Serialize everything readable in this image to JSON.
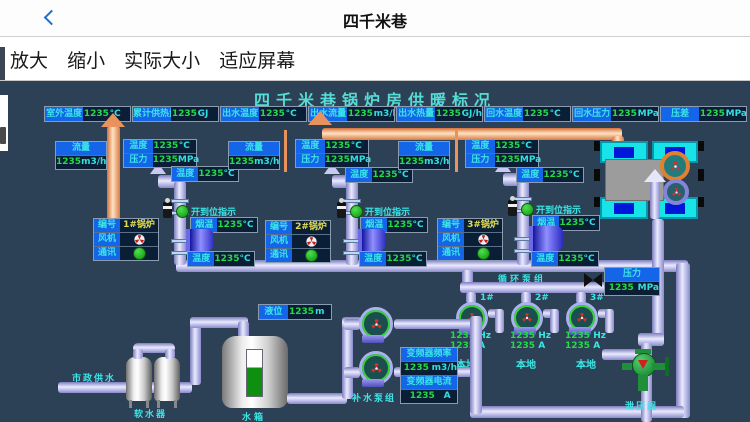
{
  "nav": {
    "title": "四千米巷",
    "back_icon": "chevron-left"
  },
  "toolbar": {
    "items": [
      "放大",
      "缩小",
      "实际大小",
      "适应屏幕"
    ]
  },
  "scada": {
    "title": "四千米巷锅炉房供暖标况",
    "metrics_top": [
      {
        "label": "室外温度",
        "value": "1235",
        "unit": "°C"
      },
      {
        "label": "累计供热量",
        "value": "1235",
        "unit": "GJ"
      },
      {
        "label": "出水温度",
        "value": "1235",
        "unit": "°C"
      },
      {
        "label": "出水流量",
        "value": "1235",
        "unit": "m3/h"
      },
      {
        "label": "出水热量",
        "value": "1235",
        "unit": "GJ/h"
      },
      {
        "label": "回水温度",
        "value": "1235",
        "unit": "°C"
      },
      {
        "label": "回水压力",
        "value": "1235",
        "unit": "MPa"
      },
      {
        "label": "压差",
        "value": "1235",
        "unit": "MPa"
      }
    ],
    "boilers": [
      {
        "flow": {
          "label": "流量",
          "value": "1235",
          "unit": "m3/h"
        },
        "temp": {
          "label": "温度",
          "value": "1235",
          "unit": "°C"
        },
        "press": {
          "label": "压力",
          "value": "1235",
          "unit": "MPa"
        },
        "temp_mid": {
          "label": "温度",
          "value": "1235",
          "unit": "°C"
        },
        "valve_indicator": "开到位指示",
        "flue": {
          "label": "烟温",
          "value": "1235",
          "unit": "°C"
        },
        "temp_out": {
          "label": "温度",
          "value": "1235",
          "unit": "°C"
        },
        "info": {
          "no_label": "编号",
          "no_value": "1#锅炉",
          "fan_label": "风机",
          "comm_label": "通讯"
        }
      },
      {
        "flow": {
          "label": "流量",
          "value": "1235",
          "unit": "m3/h"
        },
        "temp": {
          "label": "温度",
          "value": "1235",
          "unit": "°C"
        },
        "press": {
          "label": "压力",
          "value": "1235",
          "unit": "MPa"
        },
        "temp_mid": {
          "label": "温度",
          "value": "1235",
          "unit": "°C"
        },
        "valve_indicator": "开到位指示",
        "flue": {
          "label": "烟温",
          "value": "1235",
          "unit": "°C"
        },
        "temp_out": {
          "label": "温度",
          "value": "1235",
          "unit": "°C"
        },
        "info": {
          "no_label": "编号",
          "no_value": "2#锅炉",
          "fan_label": "风机",
          "comm_label": "通讯"
        }
      },
      {
        "flow": {
          "label": "流量",
          "value": "1235",
          "unit": "m3/h"
        },
        "temp": {
          "label": "温度",
          "value": "1235",
          "unit": "°C"
        },
        "press": {
          "label": "压力",
          "value": "1235",
          "unit": "MPa"
        },
        "temp_mid": {
          "label": "温度",
          "value": "1235",
          "unit": "°C"
        },
        "valve_indicator": "开到位指示",
        "flue": {
          "label": "烟温",
          "value": "1235",
          "unit": "°C"
        },
        "temp_out": {
          "label": "温度",
          "value": "1235",
          "unit": "°C"
        },
        "info": {
          "no_label": "编号",
          "no_value": "3#锅炉",
          "fan_label": "风机",
          "comm_label": "通讯"
        }
      }
    ],
    "circulation": {
      "title": "循环泵组",
      "pressure": {
        "label": "压力",
        "value": "1235",
        "unit": "MPa"
      },
      "pumps": [
        {
          "id": "1#",
          "freq": "1235",
          "freq_unit": "Hz",
          "current": "1235",
          "current_unit": "A",
          "mode": "本地"
        },
        {
          "id": "2#",
          "freq": "1235",
          "freq_unit": "Hz",
          "current": "1235",
          "current_unit": "A",
          "mode": "本地"
        },
        {
          "id": "3#",
          "freq": "1235",
          "freq_unit": "Hz",
          "current": "1235",
          "current_unit": "A",
          "mode": "本地"
        }
      ]
    },
    "makeup": {
      "level": {
        "label": "液位",
        "value": "1235",
        "unit": "m"
      },
      "group_label": "补水泵组",
      "vfd_freq": {
        "label": "变频器频率",
        "value": "1235",
        "unit": "m3/h"
      },
      "vfd_current": {
        "label": "变频器电流",
        "value": "1235",
        "unit": "A"
      }
    },
    "water": {
      "city_supply": "市政供水",
      "softener": "软水器",
      "tank": "水箱"
    },
    "relief_valve": "泄压阀",
    "colors": {
      "label_bg": "#1565e8",
      "value_green": "#25d948",
      "cyan": "#35dede",
      "title_cyan": "#55dcd4",
      "pipe_orange": "#e8935e",
      "pipe_lavender": "#c9c9f2",
      "background": "#2d4156",
      "indicator_green": "#18a818",
      "fan_red": "#c22020"
    }
  }
}
